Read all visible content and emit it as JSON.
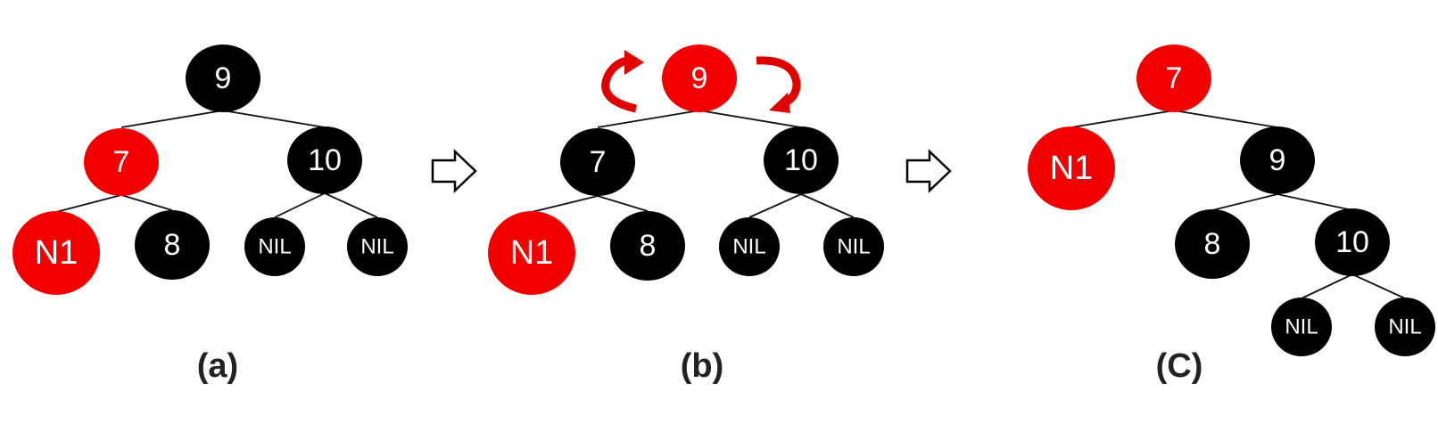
{
  "colors": {
    "red": "#f20000",
    "black": "#000000",
    "edge": "#111111",
    "arrow_outline": "#000000",
    "rotate_arrow": "#e00000"
  },
  "panels": [
    {
      "caption": "(a)",
      "nodes": [
        {
          "id": "a9",
          "label": "9",
          "color": "black"
        },
        {
          "id": "a7",
          "label": "7",
          "color": "red"
        },
        {
          "id": "a10",
          "label": "10",
          "color": "black"
        },
        {
          "id": "aN1",
          "label": "N1",
          "color": "red"
        },
        {
          "id": "a8",
          "label": "8",
          "color": "black"
        },
        {
          "id": "aNIL1",
          "label": "NIL",
          "color": "black"
        },
        {
          "id": "aNIL2",
          "label": "NIL",
          "color": "black"
        }
      ],
      "edges": [
        [
          "a9",
          "a7"
        ],
        [
          "a9",
          "a10"
        ],
        [
          "a7",
          "aN1"
        ],
        [
          "a7",
          "a8"
        ],
        [
          "a10",
          "aNIL1"
        ],
        [
          "a10",
          "aNIL2"
        ]
      ]
    },
    {
      "caption": "(b)",
      "nodes": [
        {
          "id": "b9",
          "label": "9",
          "color": "red"
        },
        {
          "id": "b7",
          "label": "7",
          "color": "black"
        },
        {
          "id": "b10",
          "label": "10",
          "color": "black"
        },
        {
          "id": "bN1",
          "label": "N1",
          "color": "red"
        },
        {
          "id": "b8",
          "label": "8",
          "color": "black"
        },
        {
          "id": "bNIL1",
          "label": "NIL",
          "color": "black"
        },
        {
          "id": "bNIL2",
          "label": "NIL",
          "color": "black"
        }
      ],
      "edges": [
        [
          "b9",
          "b7"
        ],
        [
          "b9",
          "b10"
        ],
        [
          "b7",
          "bN1"
        ],
        [
          "b7",
          "b8"
        ],
        [
          "b10",
          "bNIL1"
        ],
        [
          "b10",
          "bNIL2"
        ]
      ]
    },
    {
      "caption": "(C)",
      "nodes": [
        {
          "id": "c7",
          "label": "7",
          "color": "red"
        },
        {
          "id": "cN1",
          "label": "N1",
          "color": "red"
        },
        {
          "id": "c9",
          "label": "9",
          "color": "black"
        },
        {
          "id": "c8",
          "label": "8",
          "color": "black"
        },
        {
          "id": "c10",
          "label": "10",
          "color": "black"
        },
        {
          "id": "cNIL1",
          "label": "NIL",
          "color": "black"
        },
        {
          "id": "cNIL2",
          "label": "NIL",
          "color": "black"
        }
      ],
      "edges": [
        [
          "c7",
          "cN1"
        ],
        [
          "c7",
          "c9"
        ],
        [
          "c9",
          "c8"
        ],
        [
          "c9",
          "c10"
        ],
        [
          "c10",
          "cNIL1"
        ],
        [
          "c10",
          "cNIL2"
        ]
      ]
    }
  ]
}
